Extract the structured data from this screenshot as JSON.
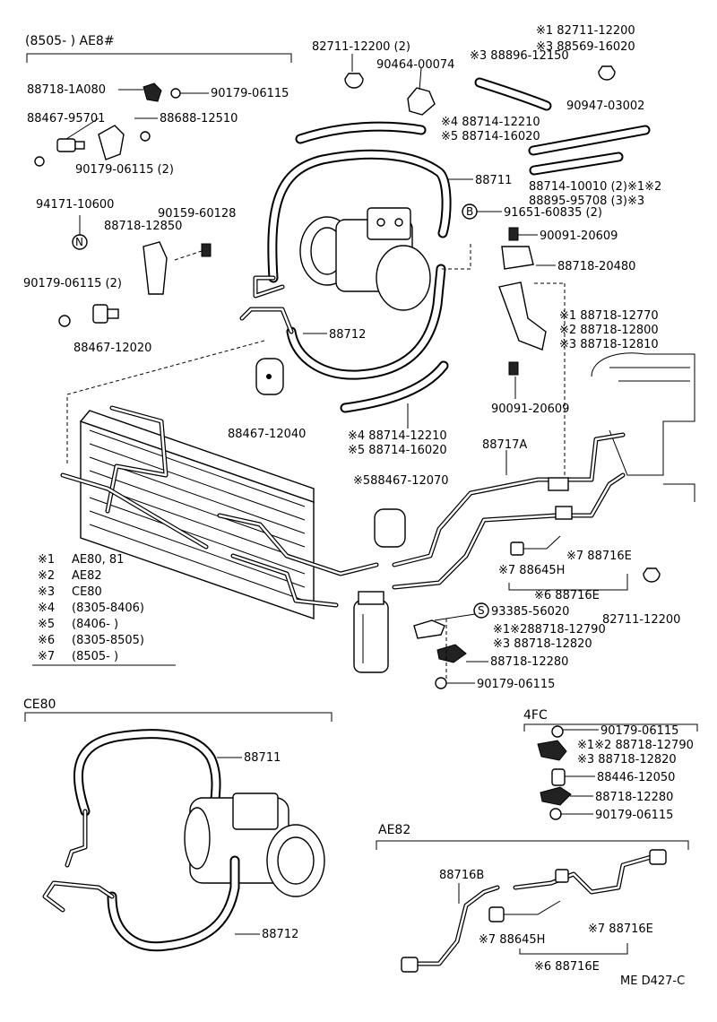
{
  "header": {
    "model_range": "(8505-        ) AE8#",
    "ce80_title": "CE80",
    "fc_title": "4FC",
    "ae82_title": "AE82",
    "drawing_code": "ME D427-C"
  },
  "legend": [
    {
      "mark": "※1",
      "text": "AE80, 81"
    },
    {
      "mark": "※2",
      "text": "AE82"
    },
    {
      "mark": "※3",
      "text": "CE80"
    },
    {
      "mark": "※4",
      "text": "(8305-8406)"
    },
    {
      "mark": "※5",
      "text": "(8406-        )"
    },
    {
      "mark": "※6",
      "text": "(8305-8505)"
    },
    {
      "mark": "※7",
      "text": "(8505-        )"
    }
  ],
  "labels": {
    "p88718_1A080": "88718-1A080",
    "p90179_06115_a": "90179-06115",
    "p88467_95701": "88467-95701",
    "p88688_12510": "88688-12510",
    "p90179_06115_2a": "90179-06115 (2)",
    "p82711_12200_2": "82711-12200 (2)",
    "p90464_00074": "90464-00074",
    "p88896_12150": "※3 88896-12150",
    "p82711_12200_r1": "※1  82711-12200",
    "p88569_16020": "※3  88569-16020",
    "p90947_03002": "90947-03002",
    "p88714_12210_a": "※4 88714-12210",
    "p88714_16020_a": "※5 88714-16020",
    "p88711_a": "88711",
    "p88714_10010": "88714-10010 (2)※1※2",
    "p88895_95708": "88895-95708 (3)※3",
    "p94171_10600": "94171-10600",
    "p90159_60128": "90159-60128",
    "p88718_12850": "88718-12850",
    "p91651_60835": "91651-60835 (2)",
    "p90091_20609_a": "90091-20609",
    "p88718_20480": "88718-20480",
    "p90179_06115_2b": "90179-06115 (2)",
    "p88718_12770": "※1 88718-12770",
    "p88718_12800": "※2 88718-12800",
    "p88718_12810": "※3 88718-12810",
    "p88467_12020": "88467-12020",
    "p88712_a": "88712",
    "p88467_12040": "88467-12040",
    "p90091_20609_b": "90091-20609",
    "p88714_12210_b": "※4 88714-12210",
    "p88714_16020_b": "※5 88714-16020",
    "p88717A": "88717A",
    "p88467_12070": "※588467-12070",
    "p88716E_a": "※7 88716E",
    "p88645H_a": "※7 88645H",
    "p88716E_b": "※6 88716E",
    "p82711_12200_b": "82711-12200",
    "p93385_56020": "93385-56020",
    "p88718_12790": "※1※288718-12790",
    "p88718_12820": "※3    88718-12820",
    "p88718_12280": "88718-12280",
    "p90179_06115_c": "90179-06115",
    "ce80_88711": "88711",
    "ce80_88712": "88712",
    "fc_90179_06115_a": "90179-06115",
    "fc_88718_12790": "※1※2 88718-12790",
    "fc_88718_12820": "※3    88718-12820",
    "fc_88446_12050": "88446-12050",
    "fc_88718_12280": "88718-12280",
    "fc_90179_06115_b": "90179-06115",
    "ae82_88716B": "88716B",
    "ae82_88716E_a": "※7 88716E",
    "ae82_88645H": "※7 88645H",
    "ae82_88716E_b": "※6 88716E"
  },
  "circled": {
    "N": "N",
    "B": "B",
    "S": "S"
  }
}
